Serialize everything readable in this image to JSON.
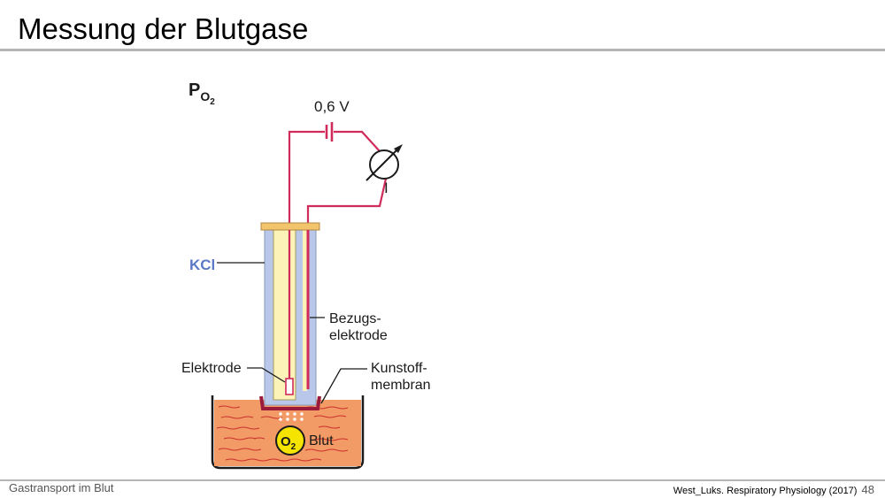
{
  "slide": {
    "title": "Messung der Blutgase",
    "footer_left": "Gastransport im Blut",
    "footer_source": "West_Luks. Respiratory Physiology (2017)",
    "page_number": "48"
  },
  "diagram": {
    "heading_main": "P",
    "heading_sub": "O",
    "heading_sub2": "2",
    "voltage_label": "0,6 V",
    "current_label": "I",
    "kcl_label": "KCl",
    "reference_label_1": "Bezugs-",
    "reference_label_2": "elektrode",
    "electrode_label": "Elektrode",
    "membrane_label_1": "Kunstoff-",
    "membrane_label_2": "membran",
    "o2_label_main": "O",
    "o2_label_sub": "2",
    "blood_label": "Blut",
    "colors": {
      "wire": "#d12b5c",
      "kcl": "#b9c8ea",
      "kcl_text": "#5b79c6",
      "electrode": "#fbf3b8",
      "cap": "#f2c46b",
      "blood": "#f39b66",
      "blood_lines": "#c9302c",
      "o2_circle": "#f5e300",
      "membrane": "#9b1a3b"
    }
  }
}
